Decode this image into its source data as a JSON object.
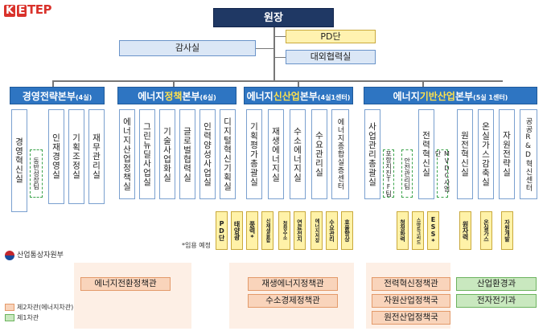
{
  "logo": {
    "text_a": "K",
    "text_b": "E",
    "text_c": "TEP"
  },
  "top": "원장",
  "pd": "PD단",
  "audit": "감사실",
  "external": "대외협력실",
  "hq": [
    {
      "pre": "경영전략본부",
      "hl": "",
      "post": "",
      "count": "(4실)"
    },
    {
      "pre": "에너지",
      "hl": "정책",
      "post": "본부",
      "count": "(6실)"
    },
    {
      "pre": "에너지",
      "hl": "신산업",
      "post": "본부",
      "count": "(4실1센터)"
    },
    {
      "pre": "에너지",
      "hl": "기반산업",
      "post": "본부",
      "count": "(5실 1센터)"
    }
  ],
  "units": [
    "경영혁신실",
    "인재경영실",
    "기획조정실",
    "재무관리실",
    "에너지산업정책실",
    "그린뉴딜사업실",
    "기술사업화실",
    "글로벌협력실",
    "인력양성사업실",
    "디지털혁신기획실",
    "기획평가총괄실",
    "재생에너지실",
    "수소에너지실",
    "수요관리실",
    "에너지종합실증센터",
    "사업관리총괄실",
    "전력혁신실",
    "원전혁신실",
    "온실가스감축실",
    "자원전략실",
    "공공R&D혁신센터"
  ],
  "subunits": [
    "동반성장팀",
    "포항지진TF팀",
    "안전관리팀",
    "MVDC사업단"
  ],
  "yellow": [
    "PD단",
    "태양광",
    "풍력*",
    "신재생융합",
    "청정수소",
    "연료전지",
    "에너지저장",
    "수요관리",
    "효율향상",
    "청정화력",
    "스마트그리드",
    "ESS*",
    "원자력",
    "온실가스",
    "자원개발"
  ],
  "note": "*임용 예정",
  "ministry": "산업통상자원부",
  "policy": {
    "orange": [
      "에너지전환정책관",
      "재생에너지정책관",
      "수소경제정책관",
      "전력혁신정책관",
      "자원산업정책국",
      "원전산업정책국"
    ],
    "green": [
      "산업환경과",
      "전자전기과"
    ]
  },
  "legend": {
    "orange": "제2차관(에너지차관)",
    "green": "제1차관"
  }
}
